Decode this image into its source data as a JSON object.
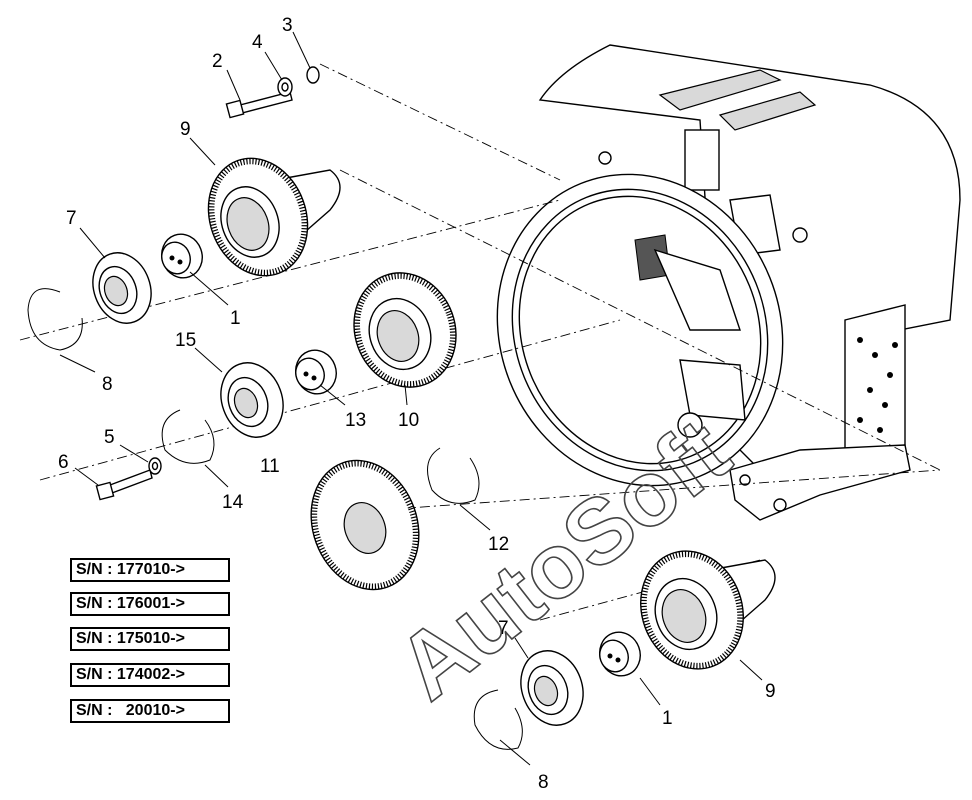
{
  "callouts": {
    "c1a": "1",
    "c1b": "1",
    "c2": "2",
    "c3": "3",
    "c4": "4",
    "c5": "5",
    "c6": "6",
    "c7a": "7",
    "c7b": "7",
    "c8a": "8",
    "c8b": "8",
    "c9a": "9",
    "c9b": "9",
    "c10": "10",
    "c11": "11",
    "c12": "12",
    "c13": "13",
    "c14": "14",
    "c15": "15"
  },
  "serial_numbers": [
    "S/N : 177010->",
    "S/N : 176001->",
    "S/N : 175010->",
    "S/N : 174002->",
    "S/N :   20010->"
  ],
  "watermark": "AutoSoft"
}
